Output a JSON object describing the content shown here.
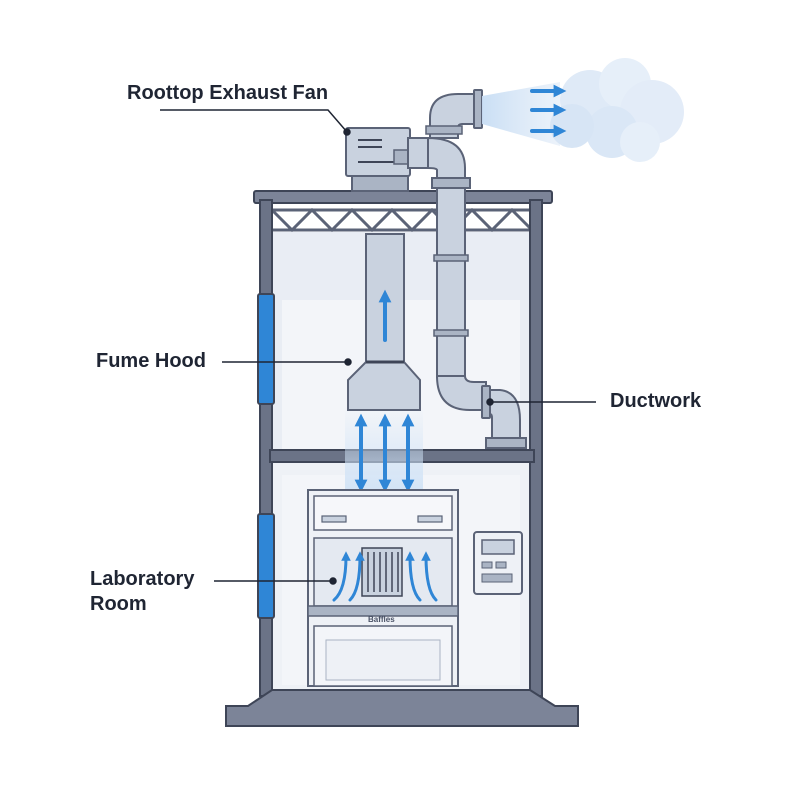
{
  "labels": {
    "fan": "Roottop Exhaust Fan",
    "fume_hood": "Fume Hood",
    "ductwork": "Ductwork",
    "laboratory_line1": "Laboratory",
    "laboratory_line2": "Room",
    "baffles": "Baffles"
  },
  "colors": {
    "frame": "#5b6377",
    "frame_dark": "#3e4557",
    "wall_fill": "#e9edf4",
    "duct_fill": "#c9d2df",
    "airflow_arrow": "#2f86d6",
    "airflow_glow": "#cfe2f6",
    "window_blue": "#2f86d6",
    "text": "#1f2533"
  },
  "icons": [
    "up-arrow-icon",
    "right-arrow-icon",
    "exhaust-cloud-icon",
    "fan-housing-icon"
  ]
}
